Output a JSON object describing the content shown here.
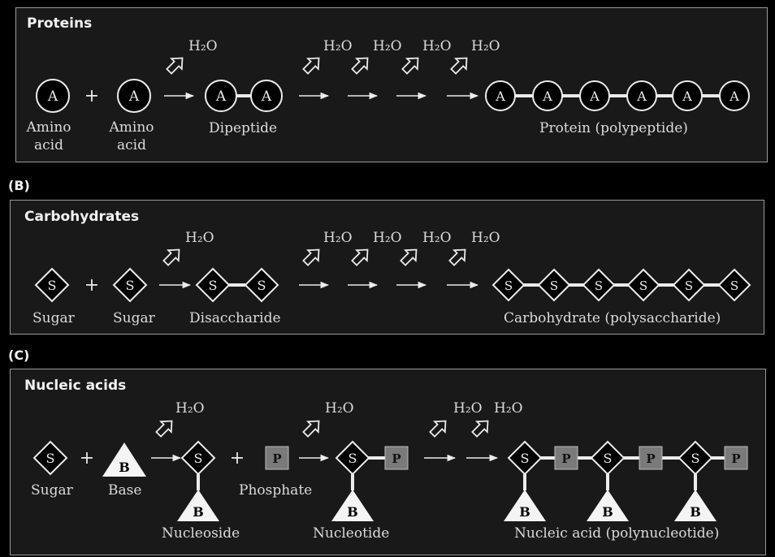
{
  "panel_a": {
    "title": "Proteins",
    "unit_symbol": "A",
    "water": "H₂O",
    "labels": {
      "amino_acid_1": "Amino\nacid",
      "amino_acid_2": "Amino\nacid",
      "dipeptide": "Dipeptide",
      "protein": "Protein (polypeptide)"
    }
  },
  "panel_b": {
    "panel_label": "(B)",
    "title": "Carbohydrates",
    "unit_symbol": "S",
    "water": "H₂O",
    "labels": {
      "sugar_1": "Sugar",
      "sugar_2": "Sugar",
      "disaccharide": "Disaccharide",
      "carbohydrate": "Carbohydrate (polysaccharide)"
    }
  },
  "panel_c": {
    "panel_label": "(C)",
    "title": "Nucleic acids",
    "sugar_symbol": "S",
    "base_symbol": "B",
    "phosphate_symbol": "P",
    "water": "H₂O",
    "labels": {
      "sugar": "Sugar",
      "base": "Base",
      "phosphate": "Phosphate",
      "nucleoside": "Nucleoside",
      "nucleotide": "Nucleotide",
      "nucleic_acid": "Nucleic acid (polynucleotide)"
    }
  },
  "plus": "+",
  "colors": {
    "background": "#000000",
    "panel": "#191919",
    "stroke": "#ececec",
    "phosphate": "#7a7a7a"
  }
}
